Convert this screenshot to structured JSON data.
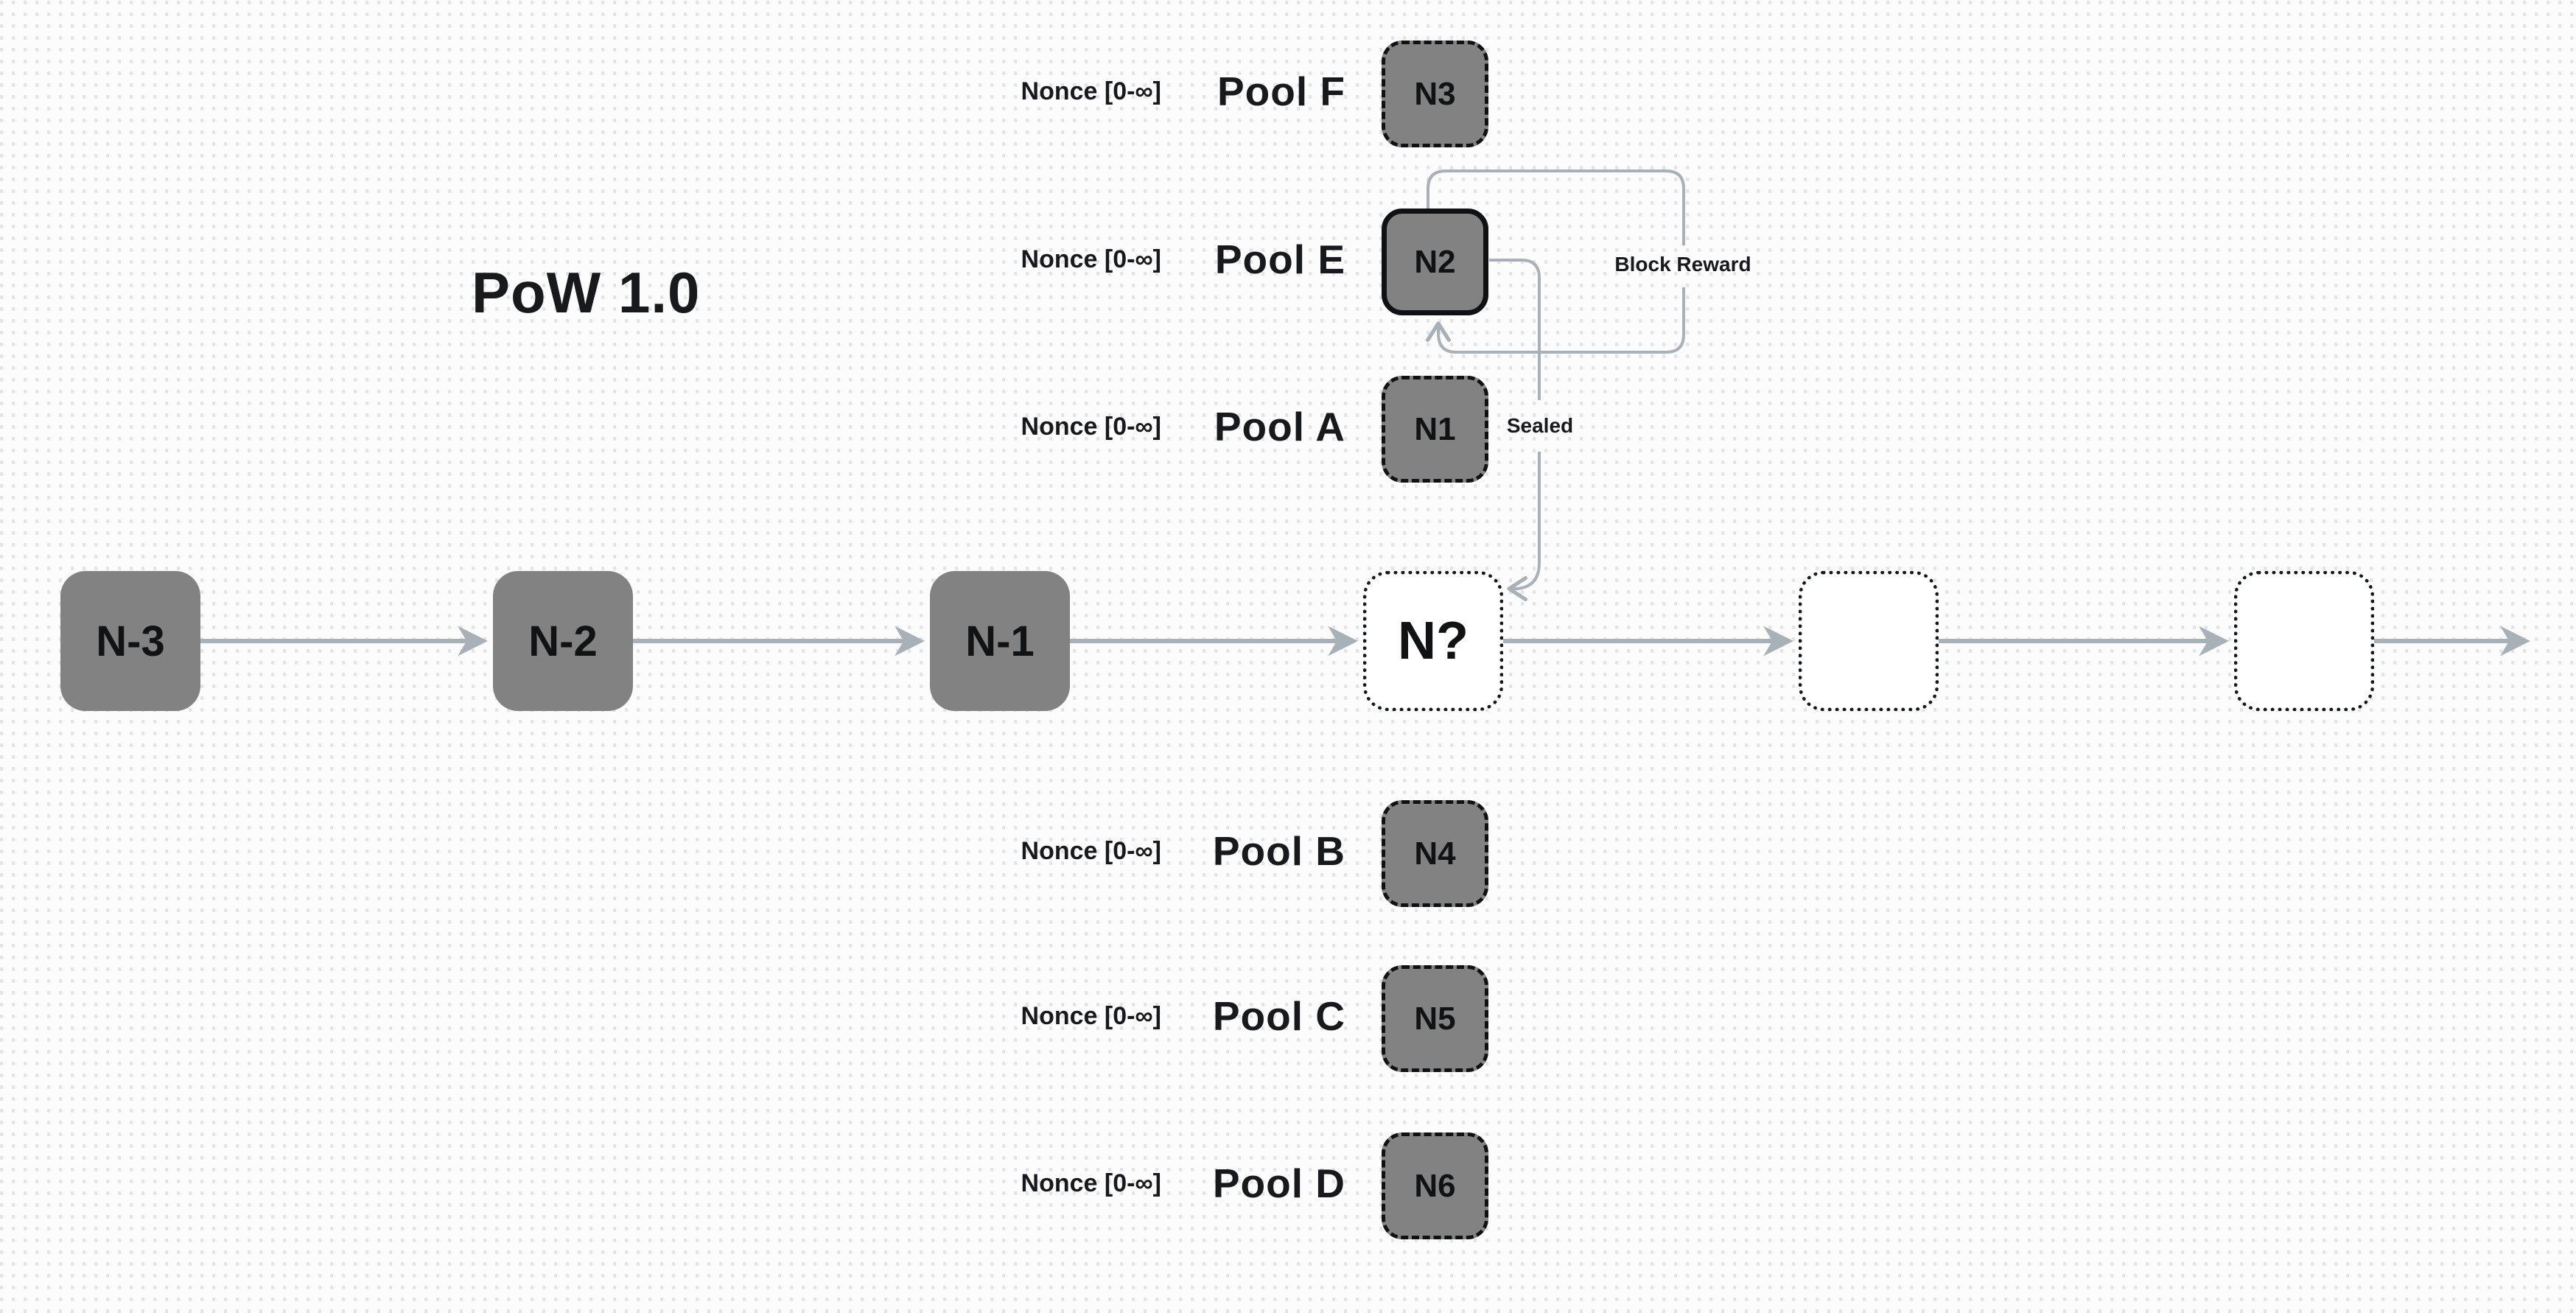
{
  "title": "PoW 1.0",
  "colors": {
    "background": "#fcfcfd",
    "grid_dot": "#e2e4ea",
    "node_fill_gray": "#828282",
    "node_fill_white": "#ffffff",
    "node_border": "#0f1113",
    "connector": "#a9b1b8",
    "text": "#17191c"
  },
  "chain": {
    "nodes": [
      {
        "label": "N-3"
      },
      {
        "label": "N-2"
      },
      {
        "label": "N-1"
      },
      {
        "label": "N?"
      },
      {
        "label": ""
      },
      {
        "label": ""
      }
    ]
  },
  "pools": [
    {
      "name": "Pool F",
      "nonce": "Nonce [0-∞]",
      "node": "N3"
    },
    {
      "name": "Pool E",
      "nonce": "Nonce [0-∞]",
      "node": "N2"
    },
    {
      "name": "Pool A",
      "nonce": "Nonce [0-∞]",
      "node": "N1"
    },
    {
      "name": "Pool B",
      "nonce": "Nonce [0-∞]",
      "node": "N4"
    },
    {
      "name": "Pool C",
      "nonce": "Nonce [0-∞]",
      "node": "N5"
    },
    {
      "name": "Pool D",
      "nonce": "Nonce [0-∞]",
      "node": "N6"
    }
  ],
  "annotations": {
    "sealed": "Sealed",
    "block_reward": "Block Reward"
  }
}
